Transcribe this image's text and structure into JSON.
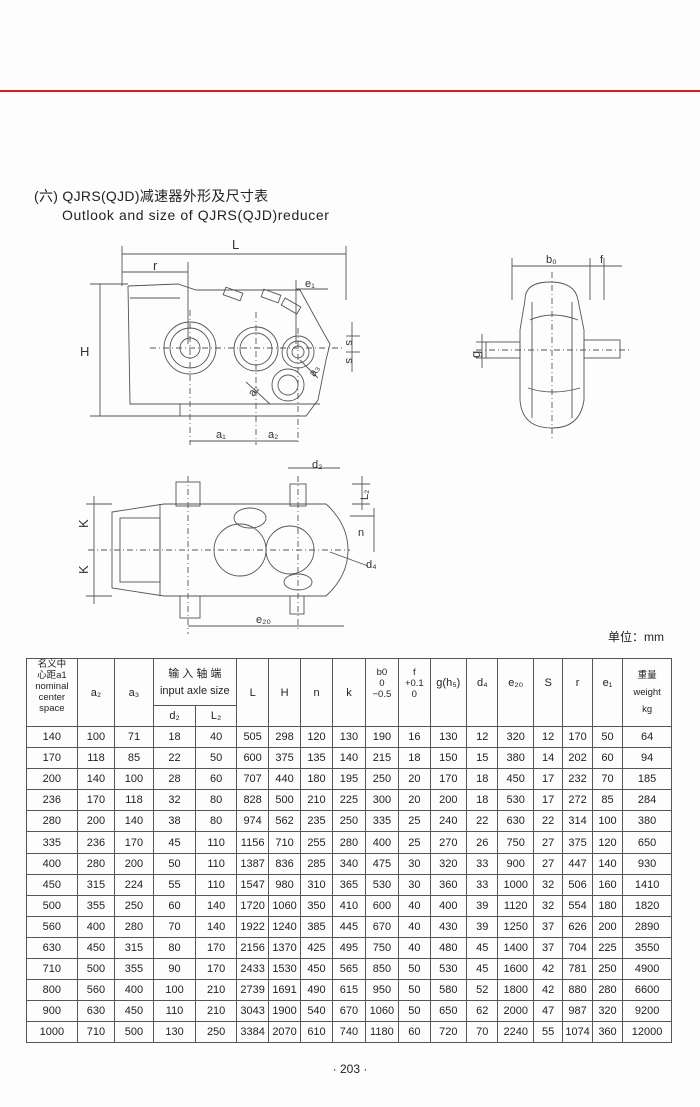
{
  "header": {
    "title_cn": "(六) QJRS(QJD)减速器外形及尺寸表",
    "title_en": "Outlook and size of QJRS(QJD)reducer"
  },
  "drawing_labels": {
    "L": "L",
    "r": "r",
    "e1": "e₁",
    "H": "H",
    "s": "s",
    "a2": "a₂",
    "a3": "a₃",
    "a1_bottom": "a₁",
    "a2_bottom": "a₂",
    "b0": "b₀",
    "f": "f",
    "g": "g",
    "d2": "d₂",
    "L2": "L₂",
    "K_top": "K",
    "K_bottom": "K",
    "n": "n",
    "d4": "d₄",
    "e20": "e₂₀"
  },
  "unit": "单位：mm",
  "table": {
    "headers": {
      "nominal": [
        "名义中",
        "心距a1",
        "nominal",
        "center",
        "space"
      ],
      "a2": "a₂",
      "a3": "a₃",
      "input_cn": "输 入 轴 端",
      "input_en": "input axle size",
      "d2": "d₂",
      "L2": "L₂",
      "L": "L",
      "H": "H",
      "n": "n",
      "k": "k",
      "b0": [
        "b0",
        "0",
        "−0.5"
      ],
      "f": [
        "f",
        "+0.1",
        "0"
      ],
      "g": "g(h₅)",
      "d4": "d₄",
      "e20": "e₂₀",
      "S": "S",
      "r": "r",
      "e1": "e₁",
      "weight": [
        "重量",
        "weight",
        "kg"
      ]
    },
    "rows": [
      [
        "140",
        "100",
        "71",
        "18",
        "40",
        "505",
        "298",
        "120",
        "130",
        "190",
        "16",
        "130",
        "12",
        "320",
        "12",
        "170",
        "50",
        "64"
      ],
      [
        "170",
        "118",
        "85",
        "22",
        "50",
        "600",
        "375",
        "135",
        "140",
        "215",
        "18",
        "150",
        "15",
        "380",
        "14",
        "202",
        "60",
        "94"
      ],
      [
        "200",
        "140",
        "100",
        "28",
        "60",
        "707",
        "440",
        "180",
        "195",
        "250",
        "20",
        "170",
        "18",
        "450",
        "17",
        "232",
        "70",
        "185"
      ],
      [
        "236",
        "170",
        "118",
        "32",
        "80",
        "828",
        "500",
        "210",
        "225",
        "300",
        "20",
        "200",
        "18",
        "530",
        "17",
        "272",
        "85",
        "284"
      ],
      [
        "280",
        "200",
        "140",
        "38",
        "80",
        "974",
        "562",
        "235",
        "250",
        "335",
        "25",
        "240",
        "22",
        "630",
        "22",
        "314",
        "100",
        "380"
      ],
      [
        "335",
        "236",
        "170",
        "45",
        "110",
        "1156",
        "710",
        "255",
        "280",
        "400",
        "25",
        "270",
        "26",
        "750",
        "27",
        "375",
        "120",
        "650"
      ],
      [
        "400",
        "280",
        "200",
        "50",
        "110",
        "1387",
        "836",
        "285",
        "340",
        "475",
        "30",
        "320",
        "33",
        "900",
        "27",
        "447",
        "140",
        "930"
      ],
      [
        "450",
        "315",
        "224",
        "55",
        "110",
        "1547",
        "980",
        "310",
        "365",
        "530",
        "30",
        "360",
        "33",
        "1000",
        "32",
        "506",
        "160",
        "1410"
      ],
      [
        "500",
        "355",
        "250",
        "60",
        "140",
        "1720",
        "1060",
        "350",
        "410",
        "600",
        "40",
        "400",
        "39",
        "1120",
        "32",
        "554",
        "180",
        "1820"
      ],
      [
        "560",
        "400",
        "280",
        "70",
        "140",
        "1922",
        "1240",
        "385",
        "445",
        "670",
        "40",
        "430",
        "39",
        "1250",
        "37",
        "626",
        "200",
        "2890"
      ],
      [
        "630",
        "450",
        "315",
        "80",
        "170",
        "2156",
        "1370",
        "425",
        "495",
        "750",
        "40",
        "480",
        "45",
        "1400",
        "37",
        "704",
        "225",
        "3550"
      ],
      [
        "710",
        "500",
        "355",
        "90",
        "170",
        "2433",
        "1530",
        "450",
        "565",
        "850",
        "50",
        "530",
        "45",
        "1600",
        "42",
        "781",
        "250",
        "4900"
      ],
      [
        "800",
        "560",
        "400",
        "100",
        "210",
        "2739",
        "1691",
        "490",
        "615",
        "950",
        "50",
        "580",
        "52",
        "1800",
        "42",
        "880",
        "280",
        "6600"
      ],
      [
        "900",
        "630",
        "450",
        "110",
        "210",
        "3043",
        "1900",
        "540",
        "670",
        "1060",
        "50",
        "650",
        "62",
        "2000",
        "47",
        "987",
        "320",
        "9200"
      ],
      [
        "1000",
        "710",
        "500",
        "130",
        "250",
        "3384",
        "2070",
        "610",
        "740",
        "1180",
        "60",
        "720",
        "70",
        "2240",
        "55",
        "1074",
        "360",
        "12000"
      ]
    ]
  },
  "footer": {
    "page_number": "· 203 ·"
  }
}
